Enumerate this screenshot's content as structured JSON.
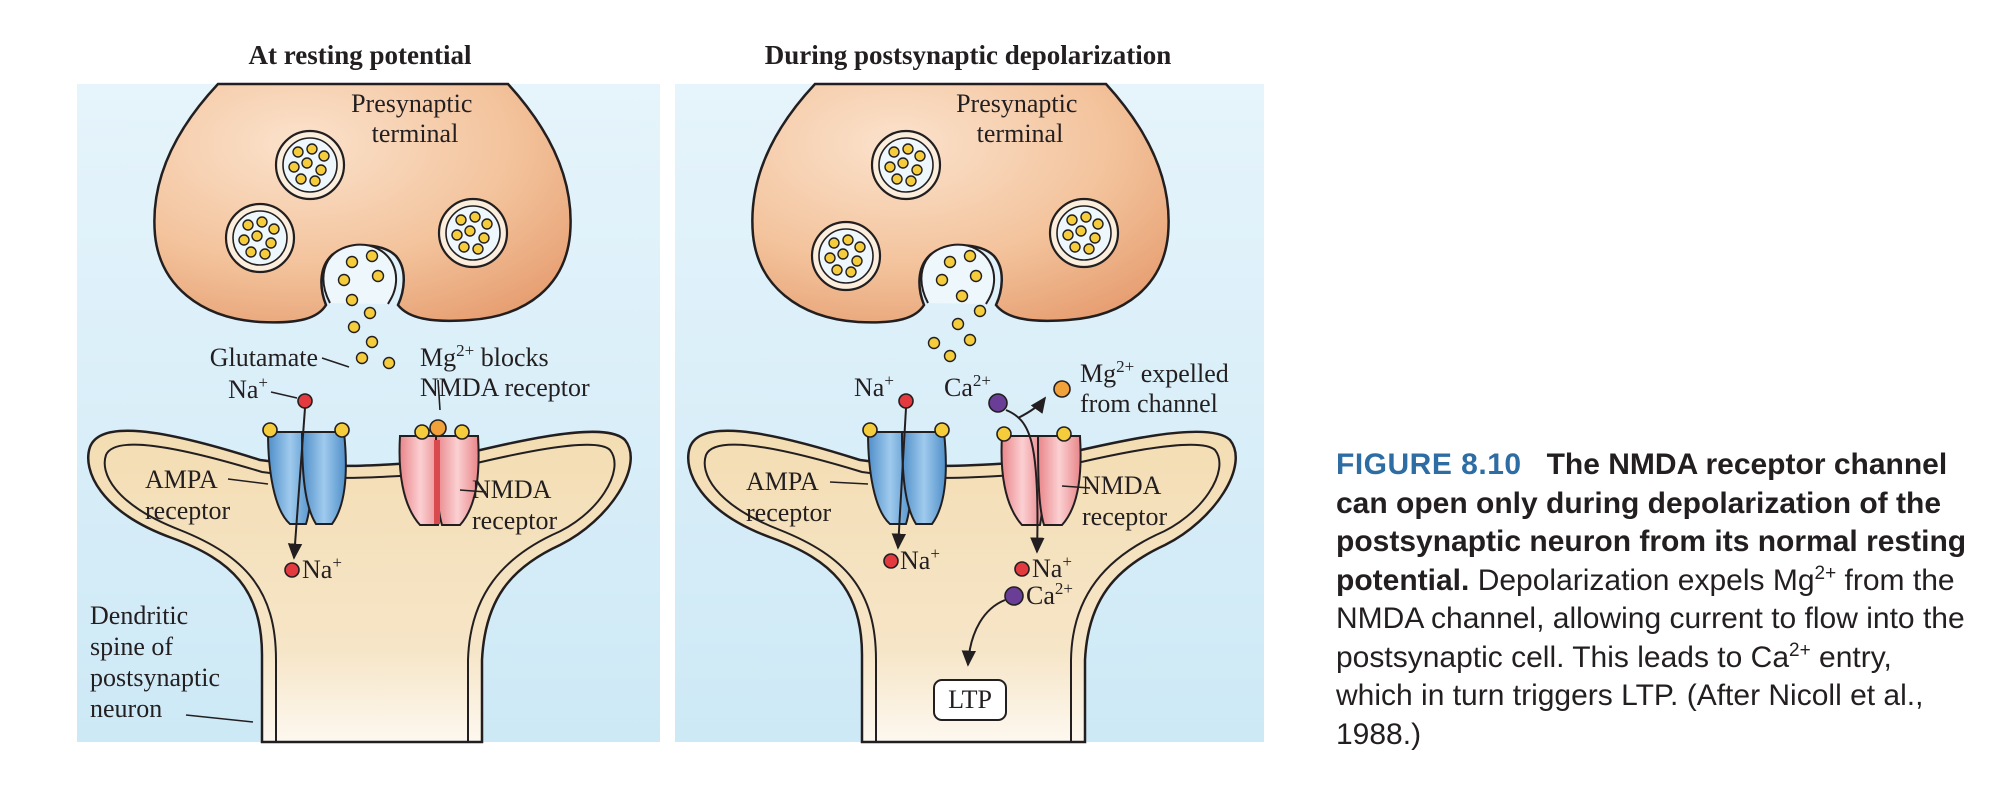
{
  "panels": [
    {
      "title": "At resting potential",
      "presynaptic_label": [
        "Presynaptic",
        "terminal"
      ],
      "glutamate_label": "Glutamate",
      "na_top": "Na",
      "mg_label": {
        "base": "Mg",
        "sup": "2+",
        "line1_rest": " blocks",
        "line2": "NMDA receptor"
      },
      "ampa_label": [
        "AMPA",
        "receptor"
      ],
      "nmda_label": [
        "NMDA",
        "receptor"
      ],
      "na_bottom": "Na",
      "plus": "+",
      "spine_label": [
        "Dendritic",
        "spine of",
        "postsynaptic",
        "neuron"
      ]
    },
    {
      "title": "During postsynaptic depolarization",
      "presynaptic_label": [
        "Presynaptic",
        "terminal"
      ],
      "na_top": "Na",
      "ca_top": {
        "base": "Ca",
        "sup": "2+"
      },
      "mg_label": {
        "base": "Mg",
        "sup": "2+",
        "line1_rest": " expelled",
        "line2": "from channel"
      },
      "ampa_label": [
        "AMPA",
        "receptor"
      ],
      "nmda_label": [
        "NMDA",
        "receptor"
      ],
      "na_bottom_ampa": "Na",
      "na_bottom_nmda": "Na",
      "ca_bottom": {
        "base": "Ca",
        "sup": "2+"
      },
      "ltp": "LTP",
      "plus": "+"
    }
  ],
  "caption": {
    "figure_number": "FIGURE 8.10",
    "title": "The NMDA receptor channel can open only during depolarization of the postsynaptic neuron from its normal resting potential.",
    "body_1": "Depolarization expels Mg",
    "body_sup_1": "2+",
    "body_2": " from the NMDA channel, allowing current to flow into the postsynaptic cell. This leads to Ca",
    "body_sup_2": "2+",
    "body_3": " entry, which in turn triggers LTP. (After Nicoll et al., 1988.)"
  },
  "colors": {
    "presynaptic": "#f1b98e",
    "postsynaptic": "#f2d9ab",
    "extracellular": "#d4ecf7",
    "ampa": "#6aa8d8",
    "nmda": "#f2a5a8",
    "glutamate": "#f5cc3b",
    "sodium": "#e23a3f",
    "calcium": "#6a3d97",
    "magnesium": "#f0a13a",
    "caption_accent": "#2e6da4"
  }
}
